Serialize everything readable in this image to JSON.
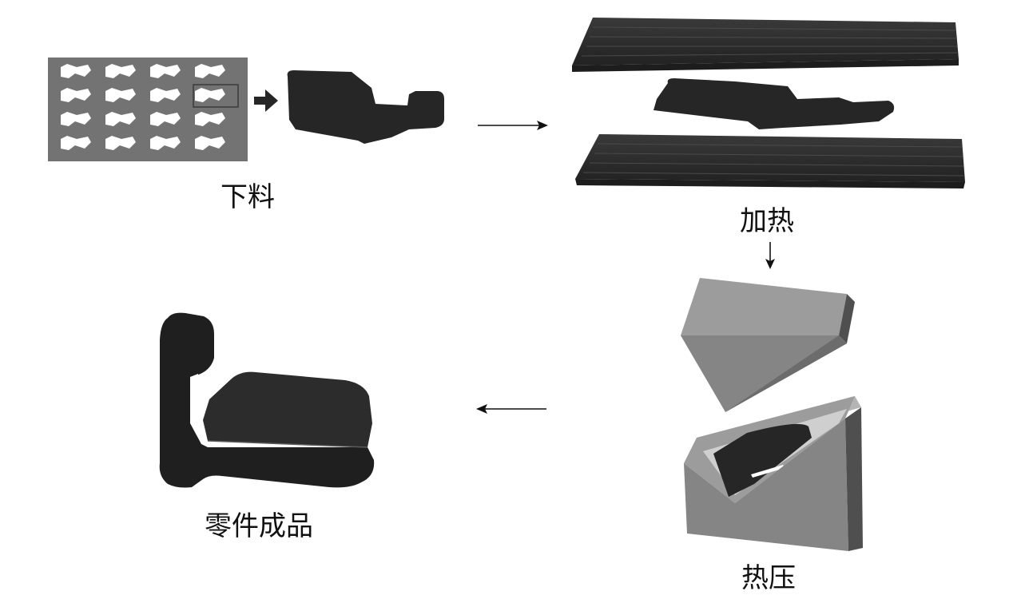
{
  "steps": [
    {
      "id": "cutting",
      "label": "下料"
    },
    {
      "id": "heating",
      "label": "加热"
    },
    {
      "id": "hot_pressing",
      "label": "热压"
    },
    {
      "id": "finished_part",
      "label": "零件成品"
    }
  ],
  "colors": {
    "part": "#262626",
    "plate": "#2b2b2b",
    "sheet": "#737373",
    "mold_light": "#9c9c9c",
    "mold_mid": "#858585",
    "mold_dark": "#4f4f4f",
    "arrow": "#111111"
  }
}
